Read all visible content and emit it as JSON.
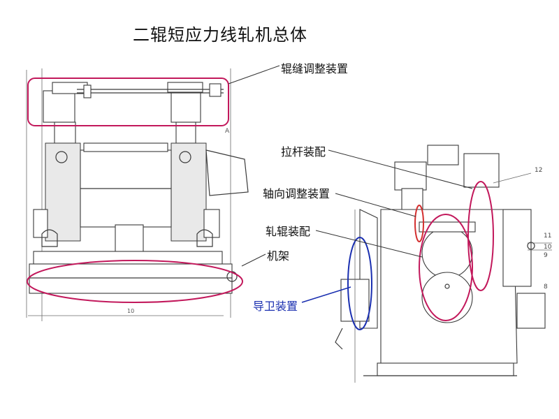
{
  "title": "二辊短应力线轧机总体",
  "labels": {
    "roll_gap": "辊缝调整装置",
    "tie_rod": "拉杆装配",
    "axial": "轴向调整装置",
    "roll_assy": "轧辊装配",
    "frame": "机架",
    "guide": "导卫装置"
  },
  "colors": {
    "magenta": "#c2185b",
    "red": "#d32f2f",
    "blue": "#1a2fb0"
  }
}
